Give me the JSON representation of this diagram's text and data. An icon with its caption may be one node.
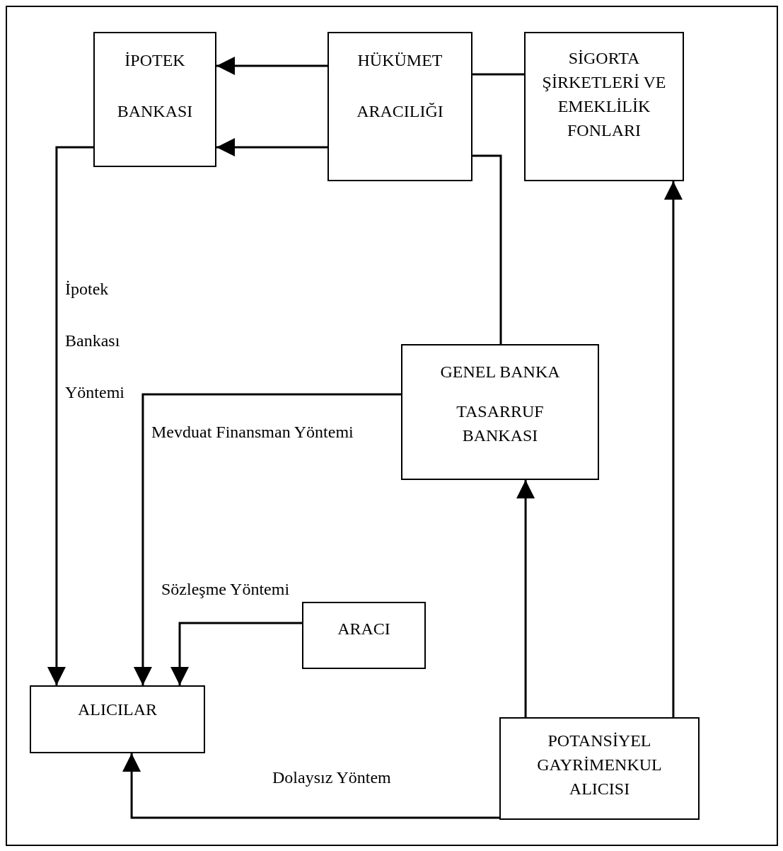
{
  "diagram": {
    "nodes": [
      {
        "text": [
          "İPOTEK",
          "BANKASI"
        ]
      },
      {
        "text": [
          "HÜKÜMET",
          "ARACILIĞI"
        ]
      },
      {
        "text": [
          "SİGORTA ŞİRKETLERİ VE EMEKLİLİK FONLARI"
        ]
      },
      {
        "text": [
          "GENEL BANKA",
          "TASARRUF BANKASI"
        ]
      },
      {
        "text": [
          "ARACI"
        ]
      },
      {
        "text": [
          "ALICILAR"
        ]
      },
      {
        "text": [
          "POTANSİYEL GAYRİMENKUL ALICISI"
        ]
      }
    ],
    "edges": [
      {
        "from": 1,
        "to": 0,
        "arrow": "to"
      },
      {
        "from": 1,
        "to": 0,
        "arrow": "to"
      },
      {
        "from": 1,
        "to": 2,
        "arrow": "none"
      },
      {
        "from": 1,
        "to": 3,
        "arrow": "none"
      },
      {
        "from": 0,
        "to": 5,
        "arrow": "to",
        "label": "İpotek Bankası Yöntemi"
      },
      {
        "from": 3,
        "to": 5,
        "arrow": "to",
        "label": "Mevduat Finansman Yöntemi"
      },
      {
        "from": 4,
        "to": 5,
        "arrow": "to",
        "label": "Sözleşme Yöntemi"
      },
      {
        "from": 6,
        "to": 5,
        "arrow": "to",
        "label": "Dolaysız Yöntem"
      },
      {
        "from": 6,
        "to": 3,
        "arrow": "to"
      },
      {
        "from": 6,
        "to": 2,
        "arrow": "to"
      }
    ]
  }
}
